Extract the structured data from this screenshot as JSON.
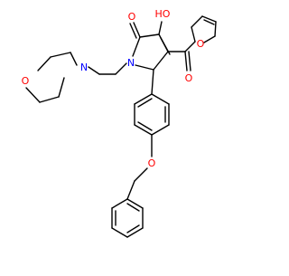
{
  "molecule": {
    "atom_labels": {
      "ring_oxygen_morpholine": "O",
      "morpholine_nitrogen": "N",
      "lactam_nitrogen": "N",
      "hydroxyl": "HO",
      "lactam_carbonyl_oxygen": "O",
      "ketone_oxygen": "O",
      "furan_oxygen": "O",
      "ether_oxygen": "O"
    },
    "colors": {
      "bond": "#000000",
      "nitrogen": "#0000ff",
      "oxygen": "#ff0000"
    }
  }
}
